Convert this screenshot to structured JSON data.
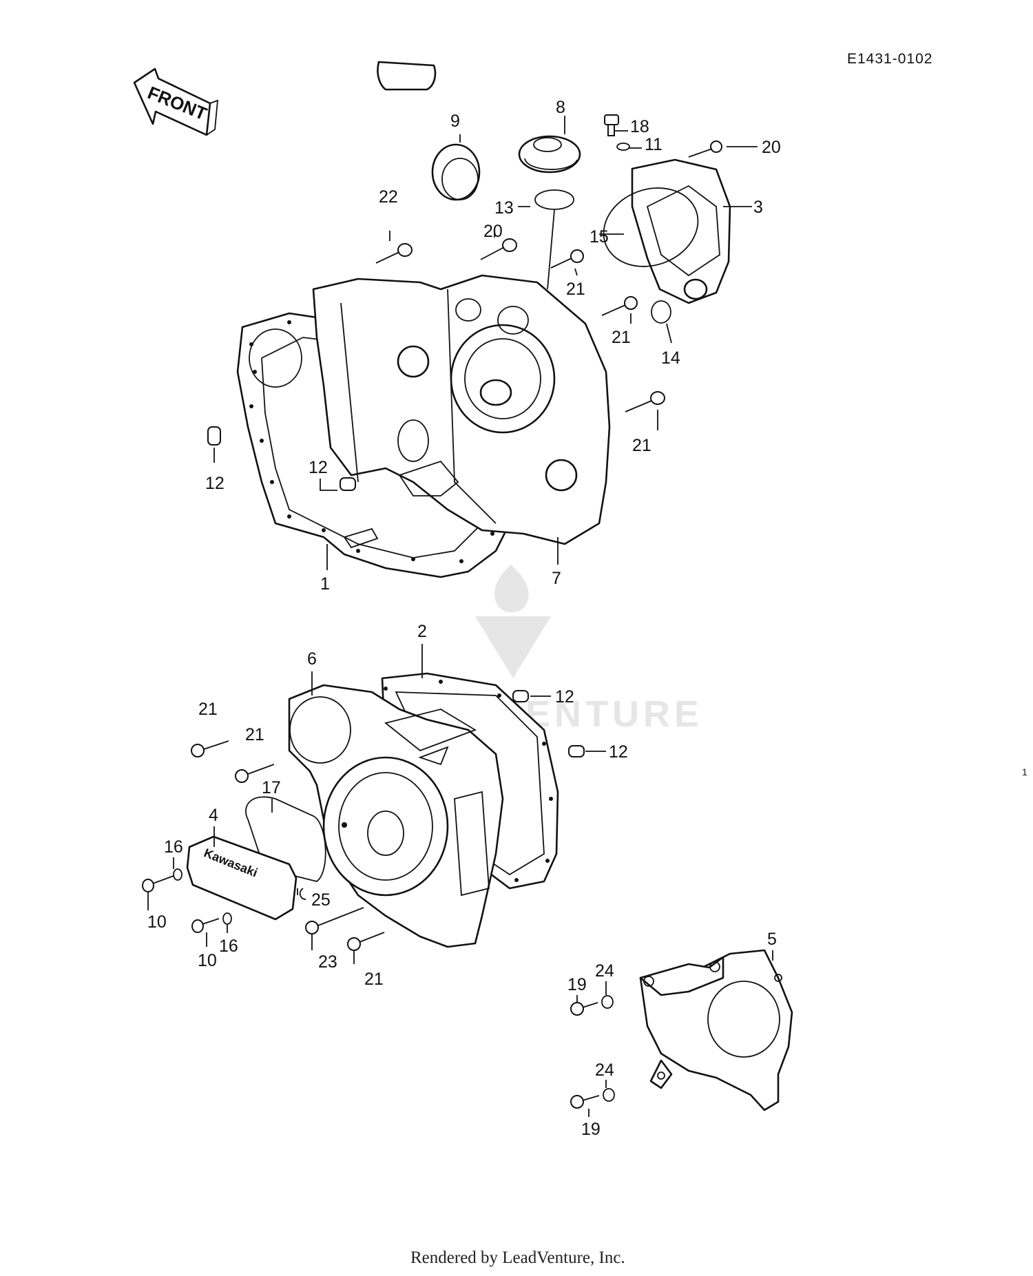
{
  "diagram_code": "E1431-0102",
  "front_arrow_label": "FRONT",
  "brand_badge_text": "Kawasaki",
  "watermark_text": "LEADVENTURE",
  "footer_text": "Rendered by LeadVenture, Inc.",
  "stray_mark": "1",
  "part_labels": {
    "p1": "1",
    "p2": "2",
    "p3": "3",
    "p4": "4",
    "p5": "5",
    "p6": "6",
    "p7": "7",
    "p8": "8",
    "p9": "9",
    "p10": "10",
    "p11": "11",
    "p12": "12",
    "p13": "13",
    "p14": "14",
    "p15": "15",
    "p16": "16",
    "p17": "17",
    "p18": "18",
    "p19": "19",
    "p20": "20",
    "p21": "21",
    "p22": "22",
    "p23": "23",
    "p24": "24",
    "p25": "25"
  }
}
